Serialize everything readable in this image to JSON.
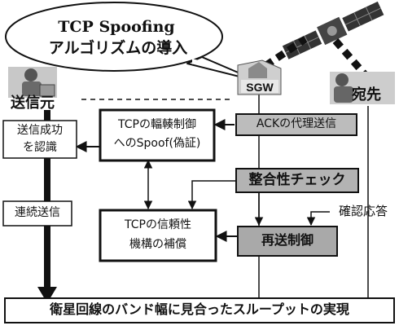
{
  "speech_bubble": {
    "line1": "TCP Spoofing",
    "line2": "アルゴリズムの導入"
  },
  "actors": {
    "gateway": "SGW",
    "sender": "送信元",
    "destination": "宛先"
  },
  "boxes": {
    "ack_proxy": "ACKの代理送信",
    "congestion_spoof_line1": "TCPの輻輳制御",
    "congestion_spoof_line2": "へのSpoof(偽証)",
    "consistency_check": "整合性チェック",
    "reliability_line1": "TCPの信頼性",
    "reliability_line2": "機構の補償",
    "retransmit": "再送制御",
    "recognize_line1": "送信成功",
    "recognize_line2": "を認識",
    "continuous_send": "連続送信",
    "throughput": "衛星回線のバンド幅に見合ったスループットの実現"
  },
  "labels": {
    "ack_response": "確認応答"
  },
  "colors": {
    "ink": "#111111",
    "gray_fill": "#b3b3b3",
    "light_fill": "#d6d6d6",
    "satellite_dark": "#222222"
  }
}
